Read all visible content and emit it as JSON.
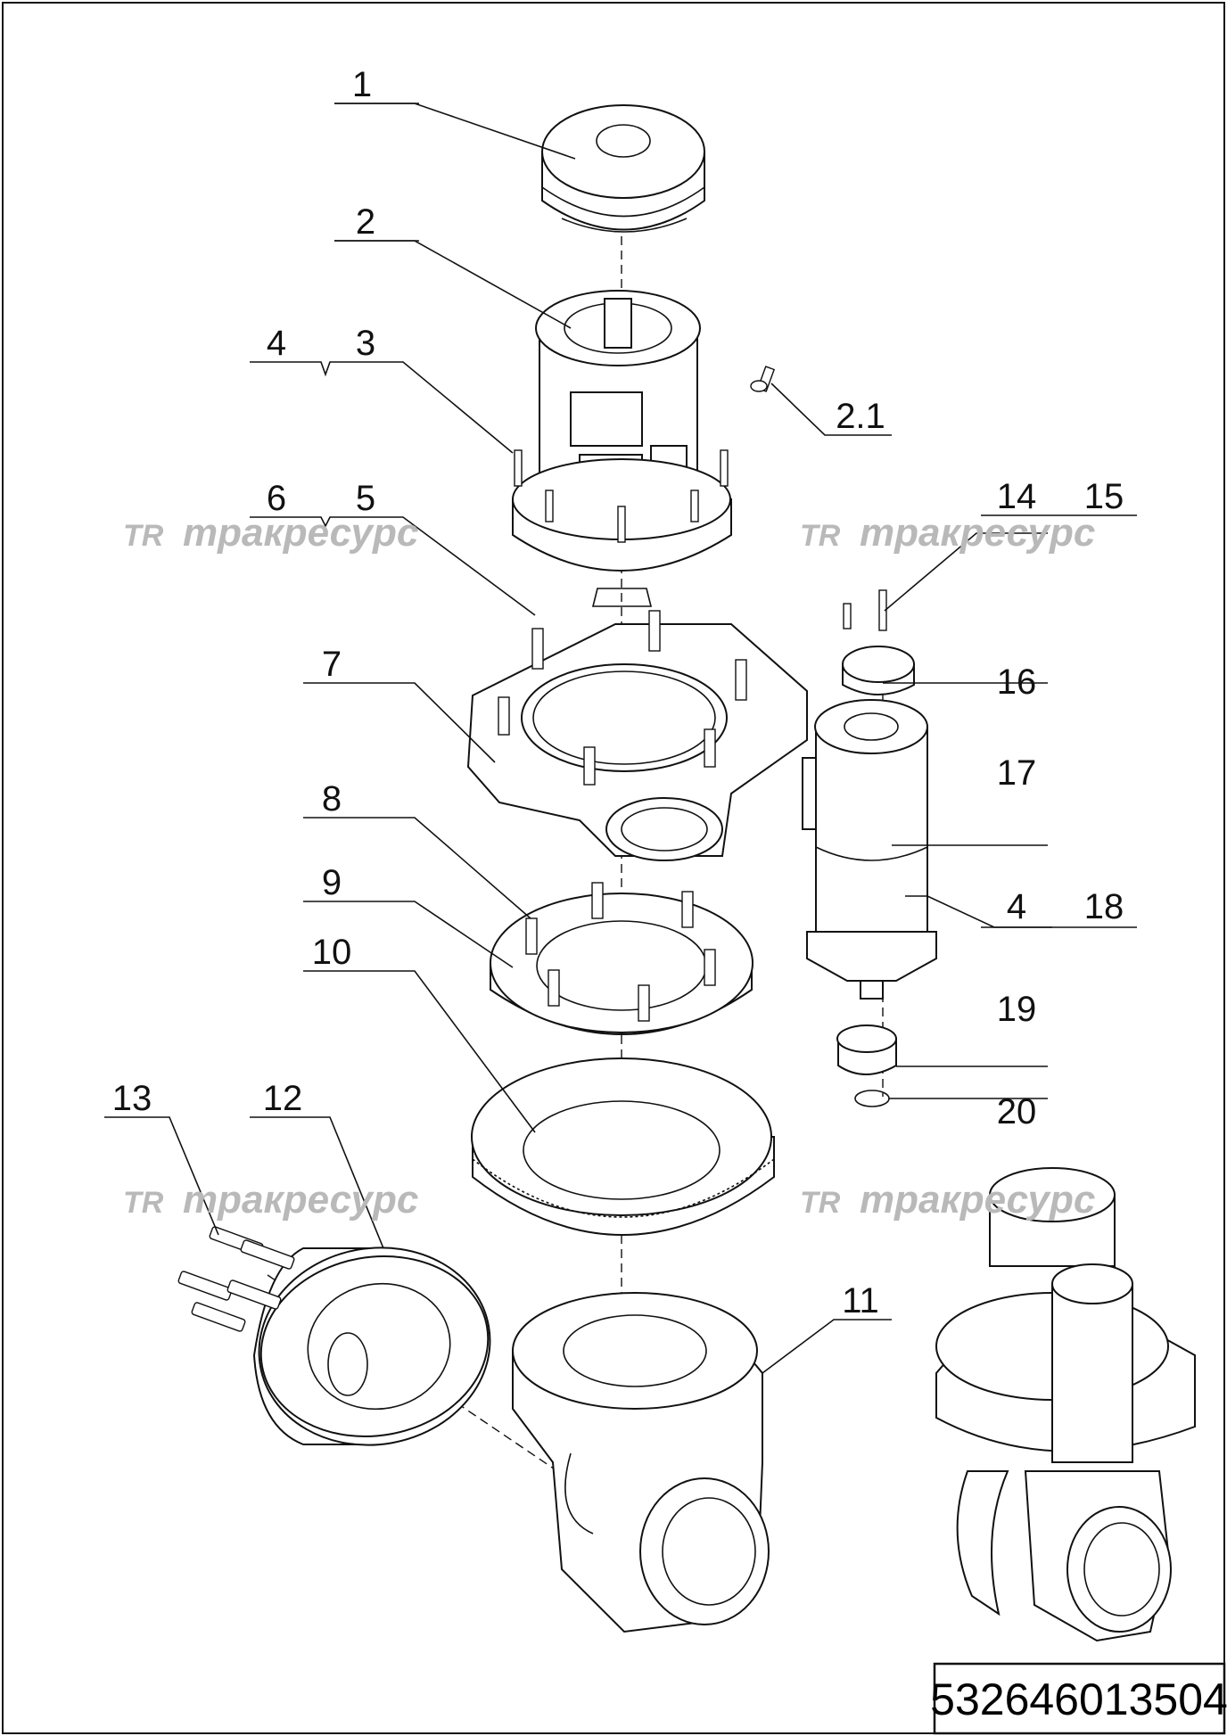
{
  "callouts": [
    "1",
    "2",
    "2.1",
    "3",
    "4",
    "5",
    "6",
    "7",
    "8",
    "9",
    "10",
    "11",
    "12",
    "13",
    "14",
    "15",
    "16",
    "17",
    "18",
    "19",
    "20"
  ],
  "watermark": {
    "logo": "TR",
    "text": "тракресурс"
  },
  "part_number": "532646013504"
}
